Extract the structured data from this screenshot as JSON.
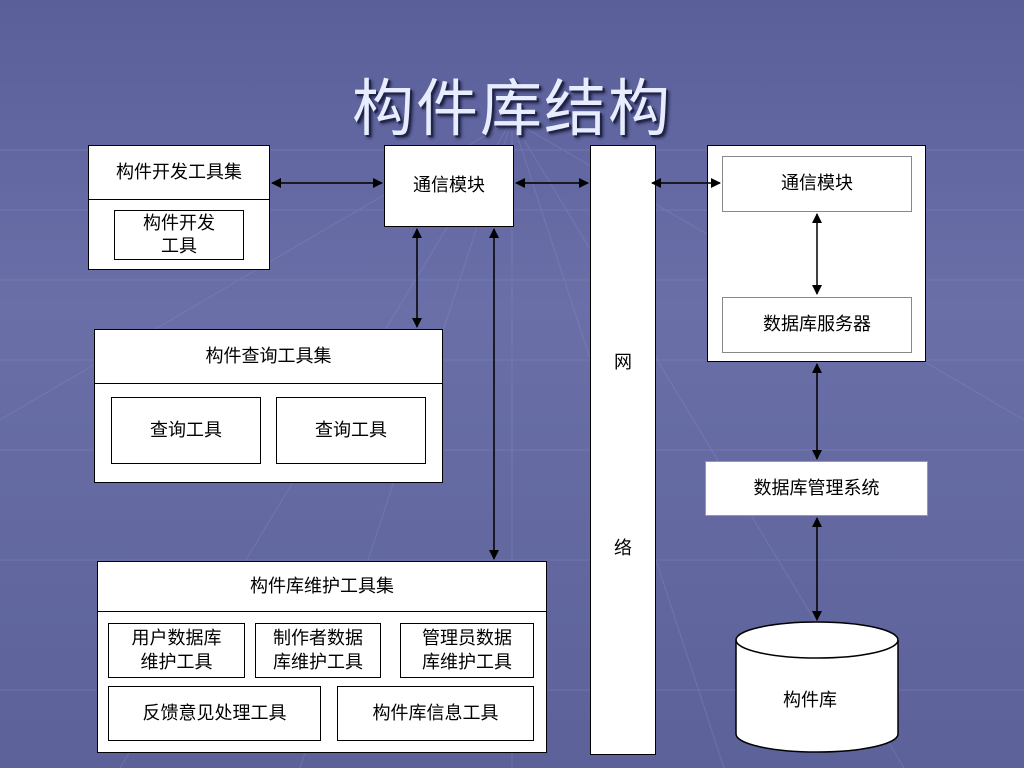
{
  "title": "构件库结构",
  "dev_toolset": {
    "title": "构件开发工具集",
    "tool": "构件开发\n工具"
  },
  "comm_left": "通信模块",
  "network": {
    "char1": "网",
    "char2": "络"
  },
  "query_toolset": {
    "title": "构件查询工具集",
    "tool1": "查询工具",
    "tool2": "查询工具"
  },
  "maint_toolset": {
    "title": "构件库维护工具集",
    "tool_user": "用户数据库\n维护工具",
    "tool_author": "制作者数据\n库维护工具",
    "tool_admin": "管理员数据\n库维护工具",
    "tool_feedback": "反馈意见处理工具",
    "tool_info": "构件库信息工具"
  },
  "server_group": {
    "comm": "通信模块",
    "db_server": "数据库服务器"
  },
  "dbms": "数据库管理系统",
  "repository": "构件库"
}
